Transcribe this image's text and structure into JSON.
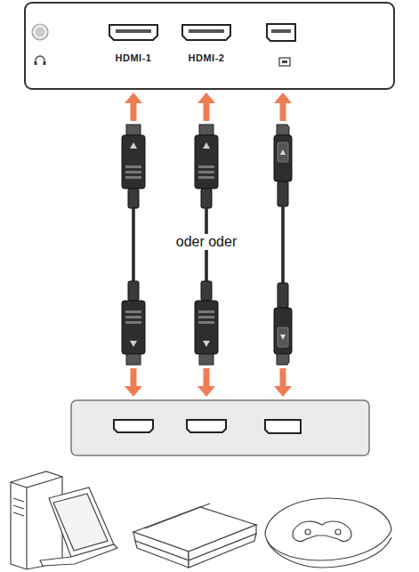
{
  "diagram": {
    "nodes": [
      {
        "text": [
          "HDMI-1",
          "HDMI-2"
        ]
      }
    ],
    "labels": [
      "oder oder"
    ]
  }
}
